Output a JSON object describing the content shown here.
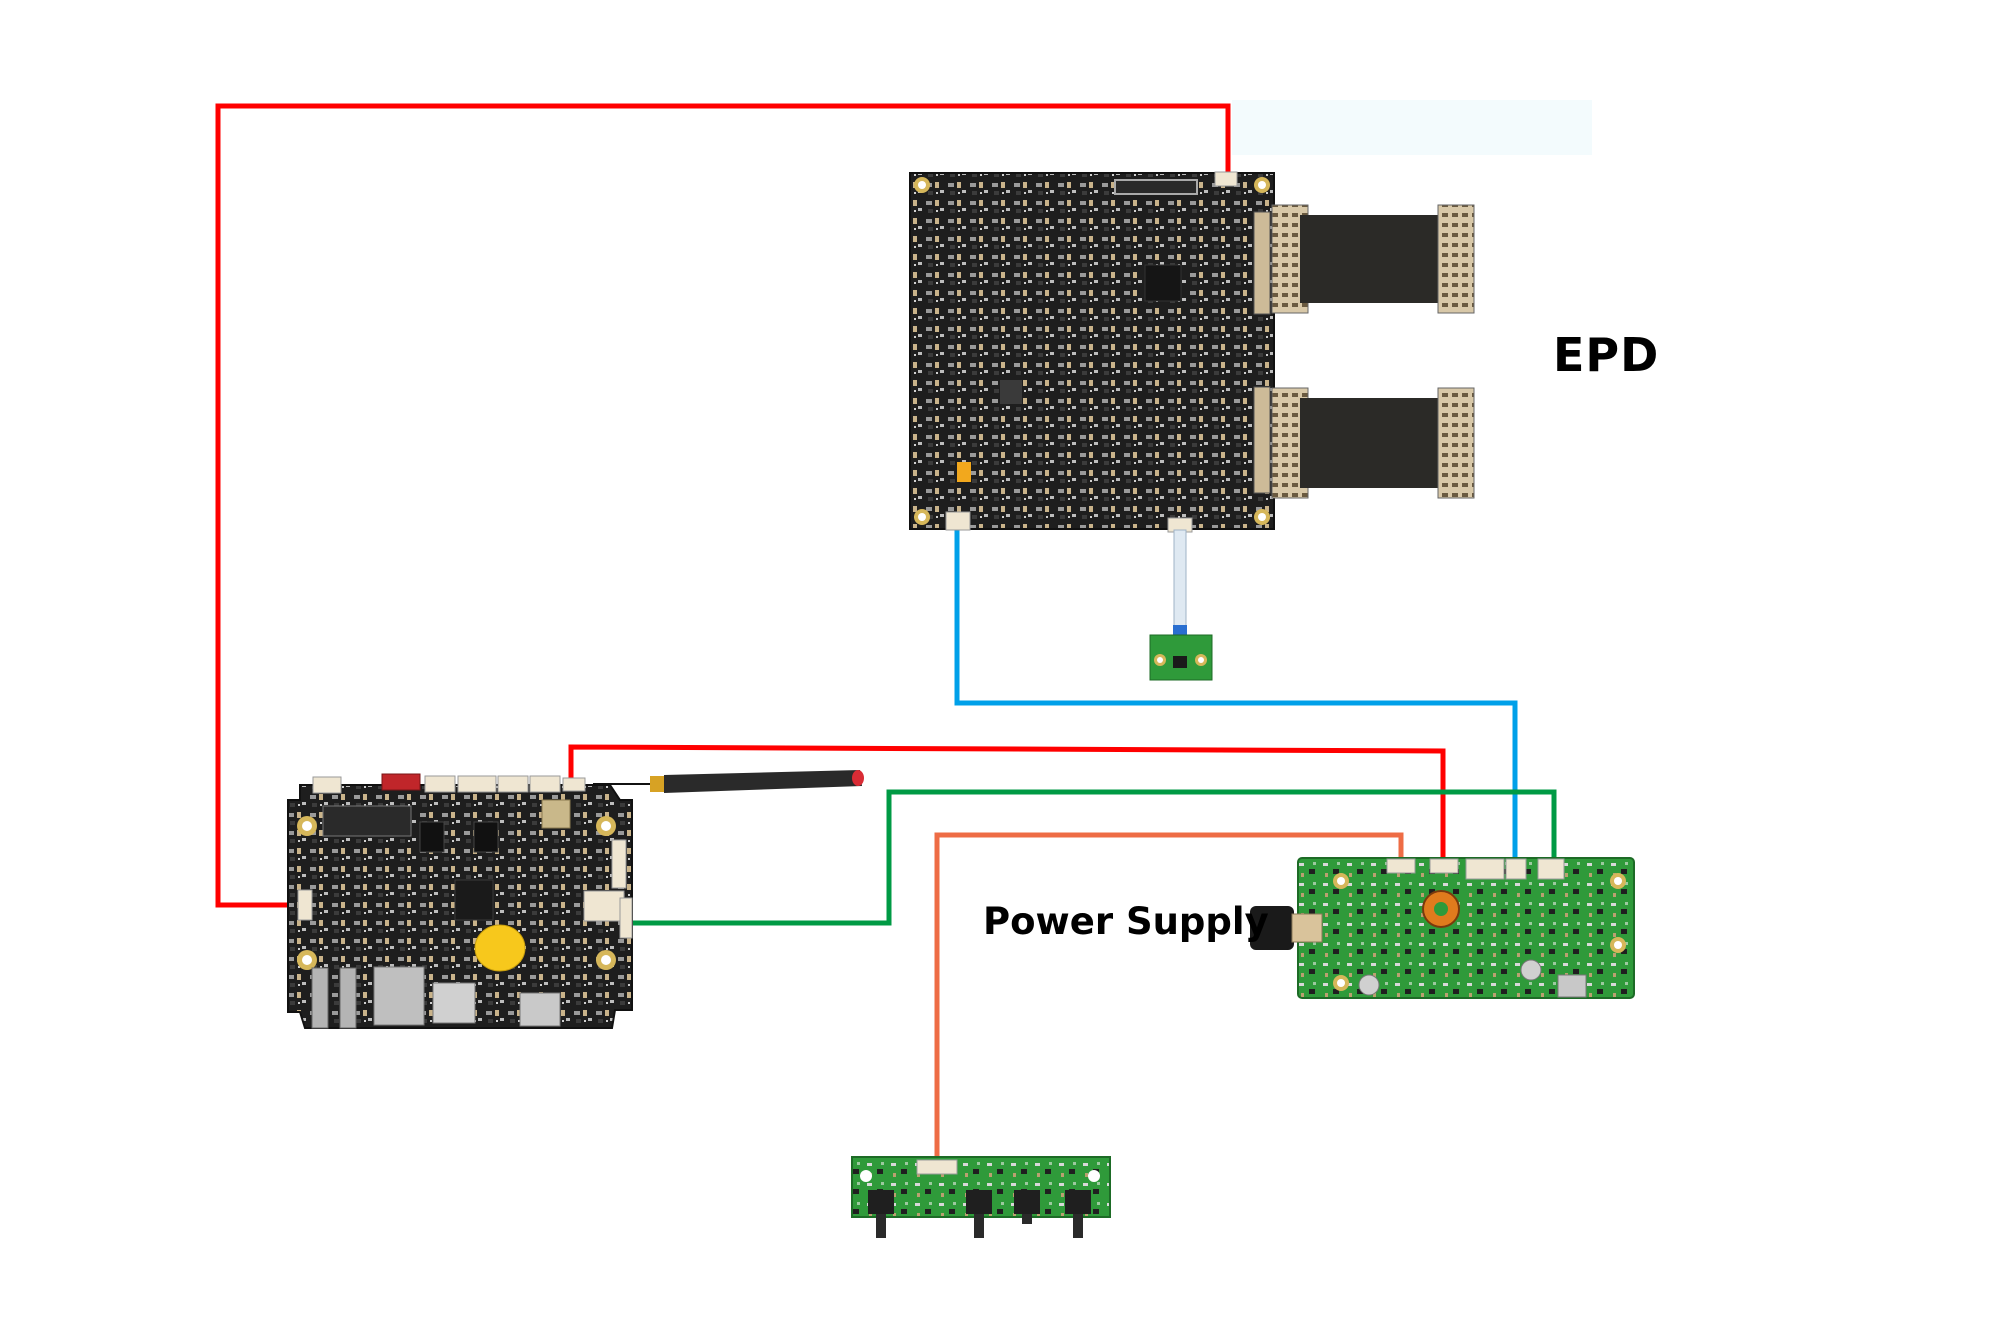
{
  "diagram": {
    "title": "EPD controller wiring diagram",
    "labels": {
      "epd": "EPD",
      "power_supply": "Power Supply"
    },
    "components": [
      {
        "id": "main-board",
        "name": "Main controller board (SoC) with antenna, coin cell battery, USB, Ethernet and HDMI ports"
      },
      {
        "id": "epd-driver-board",
        "name": "EPD driver board (T-CON) with two FPC panel connectors"
      },
      {
        "id": "sensor-board",
        "name": "Small sensor board on ribbon cable"
      },
      {
        "id": "power-board",
        "name": "Power board with USB-C power input"
      },
      {
        "id": "key-board",
        "name": "Key board with 4 push buttons"
      }
    ],
    "wires": [
      {
        "id": "wire-red-main-to-epd",
        "color": "#ff0000",
        "from": "main-board",
        "to": "epd-driver-board"
      },
      {
        "id": "wire-red-main-to-power",
        "color": "#ff0000",
        "from": "main-board",
        "to": "power-board"
      },
      {
        "id": "wire-blue-epd-to-power",
        "color": "#00a0e9",
        "from": "epd-driver-board",
        "to": "power-board"
      },
      {
        "id": "wire-green-main-to-power",
        "color": "#009a44",
        "from": "main-board",
        "to": "power-board"
      },
      {
        "id": "wire-orange-key-to-power",
        "color": "#ee6c45",
        "from": "key-board",
        "to": "power-board"
      }
    ],
    "colors": {
      "red": "#ff0000",
      "blue": "#00a0e9",
      "green": "#009a44",
      "orange": "#ee6c45",
      "pcb_black": "#1c1c1c",
      "pcb_green": "#2f9a3a"
    }
  }
}
